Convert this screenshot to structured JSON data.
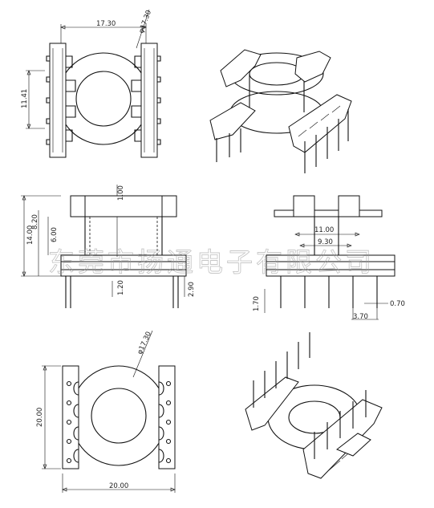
{
  "drawing": {
    "watermark": "东莞市扬通电子有限公司",
    "top_view": {
      "width_dim": "17.30",
      "height_dim": "11.41",
      "diameter_dim": "φ17.30"
    },
    "front_view": {
      "total_height": "14.00",
      "h_8_20": "8.20",
      "h_6_00": "6.00",
      "flange": "1.00",
      "base": "1.20",
      "pin_len": "2.90"
    },
    "side_view": {
      "outer_width": "11.00",
      "inner_width": "9.30",
      "pin_height": "1.70",
      "pin_width": "0.70",
      "pin_pitch": "3.70"
    },
    "bottom_view": {
      "height_dim": "20.00",
      "width_dim": "20.00",
      "diameter_dim": "φ17.30"
    }
  }
}
